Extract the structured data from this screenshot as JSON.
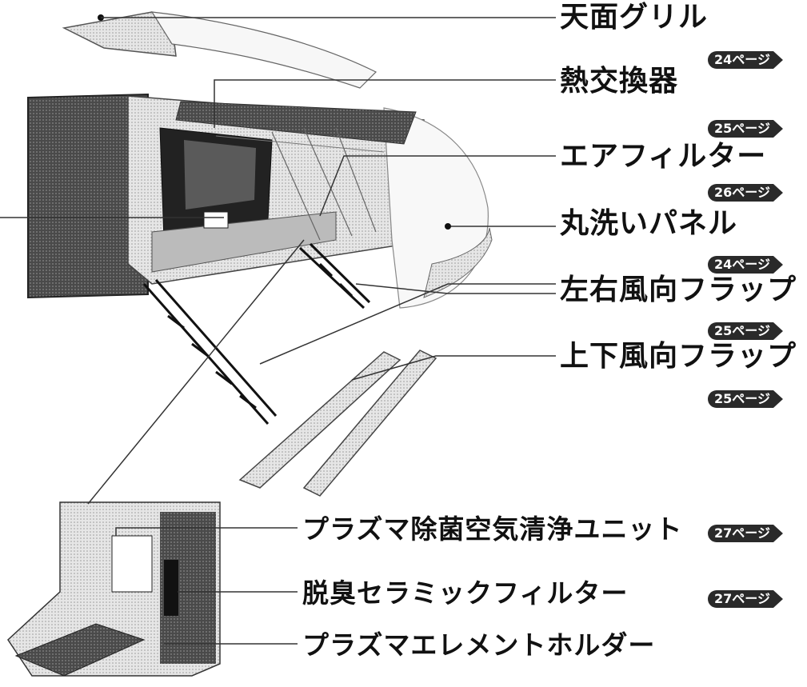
{
  "parts": [
    {
      "id": "top-grill",
      "label": "天面グリル",
      "page_ref": "24ページ"
    },
    {
      "id": "heat-exchanger",
      "label": "熱交換器",
      "page_ref": "25ページ"
    },
    {
      "id": "air-filter",
      "label": "エアフィルター",
      "page_ref": "26ページ"
    },
    {
      "id": "washable-panel",
      "label": "丸洗いパネル",
      "page_ref": "24ページ"
    },
    {
      "id": "lr-flap",
      "label": "左右風向フラップ",
      "page_ref": "25ページ"
    },
    {
      "id": "ud-flap",
      "label": "上下風向フラップ",
      "page_ref": "25ページ"
    }
  ],
  "detail_parts": [
    {
      "id": "plasma-unit",
      "label": "プラズマ除菌空気清浄ユニット",
      "page_ref": "27ページ"
    },
    {
      "id": "deodorizing-filter",
      "label": "脱臭セラミックフィルター",
      "page_ref": "27ページ"
    },
    {
      "id": "plasma-holder",
      "label": "プラズマエレメントホルダー"
    }
  ]
}
